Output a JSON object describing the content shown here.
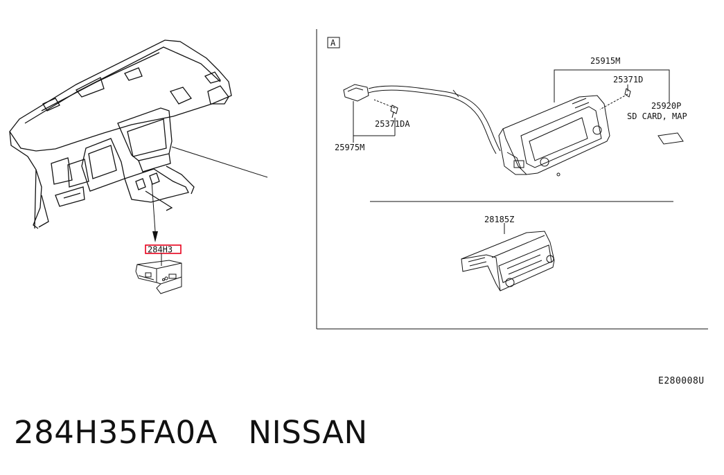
{
  "detail_view": {
    "marker": "A",
    "callouts": {
      "display_unit": "25915M",
      "screw_top": "25371D",
      "sd_card_part": "25920P",
      "sd_card_desc": "SD CARD, MAP",
      "screw_bracket": "25371DA",
      "antenna_cable": "25975M",
      "audio_unit": "28185Z"
    }
  },
  "overview": {
    "highlighted_callout": "284H3"
  },
  "diagram_code": "E280008U",
  "part_number": "284H35FA0A",
  "brand": "NISSAN",
  "colors": {
    "highlight": "#e8001c",
    "line": "#111111"
  }
}
